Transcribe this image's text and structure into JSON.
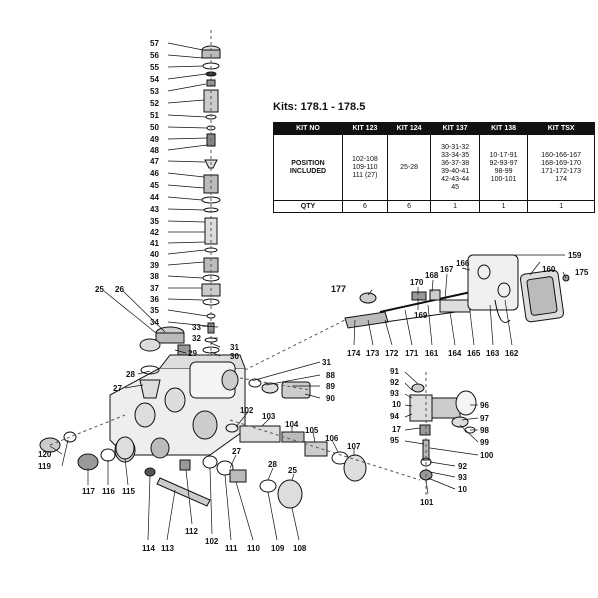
{
  "kits_title": "Kits: 178.1 - 178.5",
  "table": {
    "header_first": "KIT NO",
    "position_label": [
      "POSITION",
      "INCLUDED"
    ],
    "qty_label": "QTY",
    "columns": [
      {
        "name": "KIT 123",
        "positions": [
          "102-108",
          "109-110",
          "111 (27)"
        ],
        "qty": "6"
      },
      {
        "name": "KIT 124",
        "positions": [
          "25-28"
        ],
        "qty": "6"
      },
      {
        "name": "KIT 137",
        "positions": [
          "30-31-32",
          "33-34-35",
          "36-37-38",
          "39-40-41",
          "42-43-44",
          "45"
        ],
        "qty": "1"
      },
      {
        "name": "KIT 138",
        "positions": [
          "10-17-91",
          "92-93-97",
          "98-99",
          "100-101"
        ],
        "qty": "1"
      },
      {
        "name": "KIT TSX",
        "positions": [
          "160-166-167",
          "168-169-170",
          "171-172-173",
          "174"
        ],
        "qty": "1"
      }
    ]
  },
  "labels": {
    "column_left": [
      "57",
      "56",
      "55",
      "54",
      "53",
      "52",
      "51",
      "50",
      "49",
      "48",
      "47",
      "46",
      "45",
      "44",
      "43",
      "35",
      "42",
      "41",
      "40",
      "39",
      "38",
      "37",
      "36",
      "35",
      "34"
    ],
    "upper_mid": [
      "25",
      "26",
      "33",
      "32",
      "31",
      "30",
      "29",
      "28",
      "27"
    ],
    "ports": [
      "31",
      "88",
      "89",
      "90"
    ],
    "tsx_top": [
      "177",
      "170",
      "168",
      "167",
      "166",
      "169",
      "159",
      "160",
      "175"
    ],
    "tsx_bottom": [
      "174",
      "173",
      "172",
      "171",
      "161",
      "164",
      "165",
      "163",
      "162"
    ],
    "valve_right": [
      "91",
      "92",
      "93",
      "10",
      "94",
      "17",
      "95",
      "96",
      "97",
      "98",
      "99",
      "100",
      "92",
      "93",
      "10",
      "101"
    ],
    "body_left": [
      "120",
      "119",
      "117",
      "116",
      "115"
    ],
    "middle": [
      "102",
      "103",
      "104",
      "105",
      "106",
      "107",
      "27",
      "28",
      "25"
    ],
    "bottom": [
      "114",
      "113",
      "112",
      "102",
      "111",
      "110",
      "109",
      "108"
    ]
  }
}
